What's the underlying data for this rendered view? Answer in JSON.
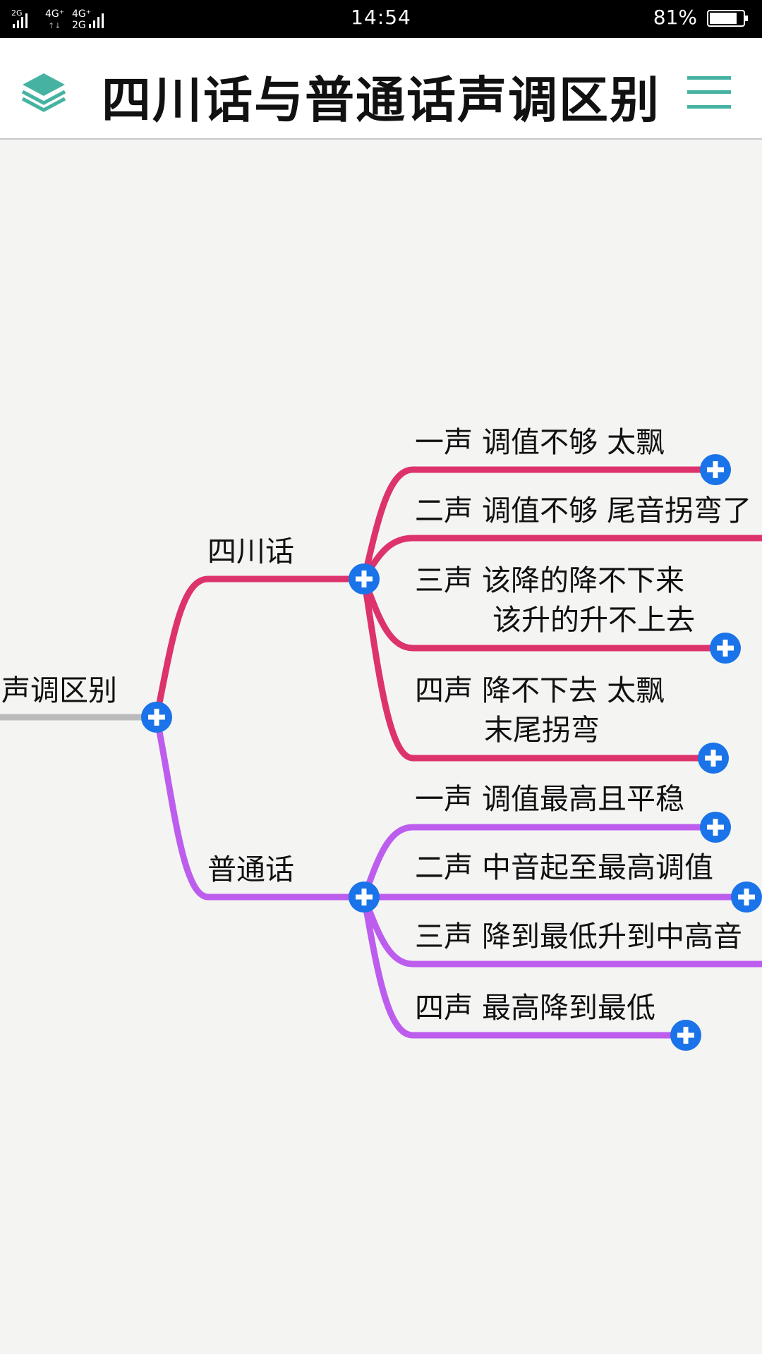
{
  "status_bar": {
    "network": "2G 4G+ 4G+ 2G",
    "time": "14:54",
    "battery": "81%"
  },
  "app_bar": {
    "title": "四川话与普通话声调区别",
    "left_icon": "layers-icon",
    "right_icon": "menu-icon",
    "accent_color": "#46b3a2"
  },
  "mindmap": {
    "root": "声调区别",
    "branches": [
      {
        "label": "四川话",
        "color": "#dd336d",
        "children": [
          {
            "lines": [
              "一声 调值不够  太飘"
            ]
          },
          {
            "lines": [
              "二声 调值不够 尾音拐弯了"
            ]
          },
          {
            "lines": [
              "三声 该降的降不下来",
              "该升的升不上去"
            ]
          },
          {
            "lines": [
              "四声 降不下去 太飘",
              "末尾拐弯"
            ]
          }
        ]
      },
      {
        "label": "普通话",
        "color": "#bd5ded",
        "children": [
          {
            "lines": [
              "一声 调值最高且平稳"
            ]
          },
          {
            "lines": [
              "二声 中音起至最高调值"
            ]
          },
          {
            "lines": [
              "三声 降到最低升到中高音"
            ]
          },
          {
            "lines": [
              "四声 最高降到最低"
            ]
          }
        ]
      }
    ],
    "expand_icon": "plus-circle-icon",
    "expand_color": "#1a73e8",
    "root_line_color": "#bbbbbb"
  }
}
